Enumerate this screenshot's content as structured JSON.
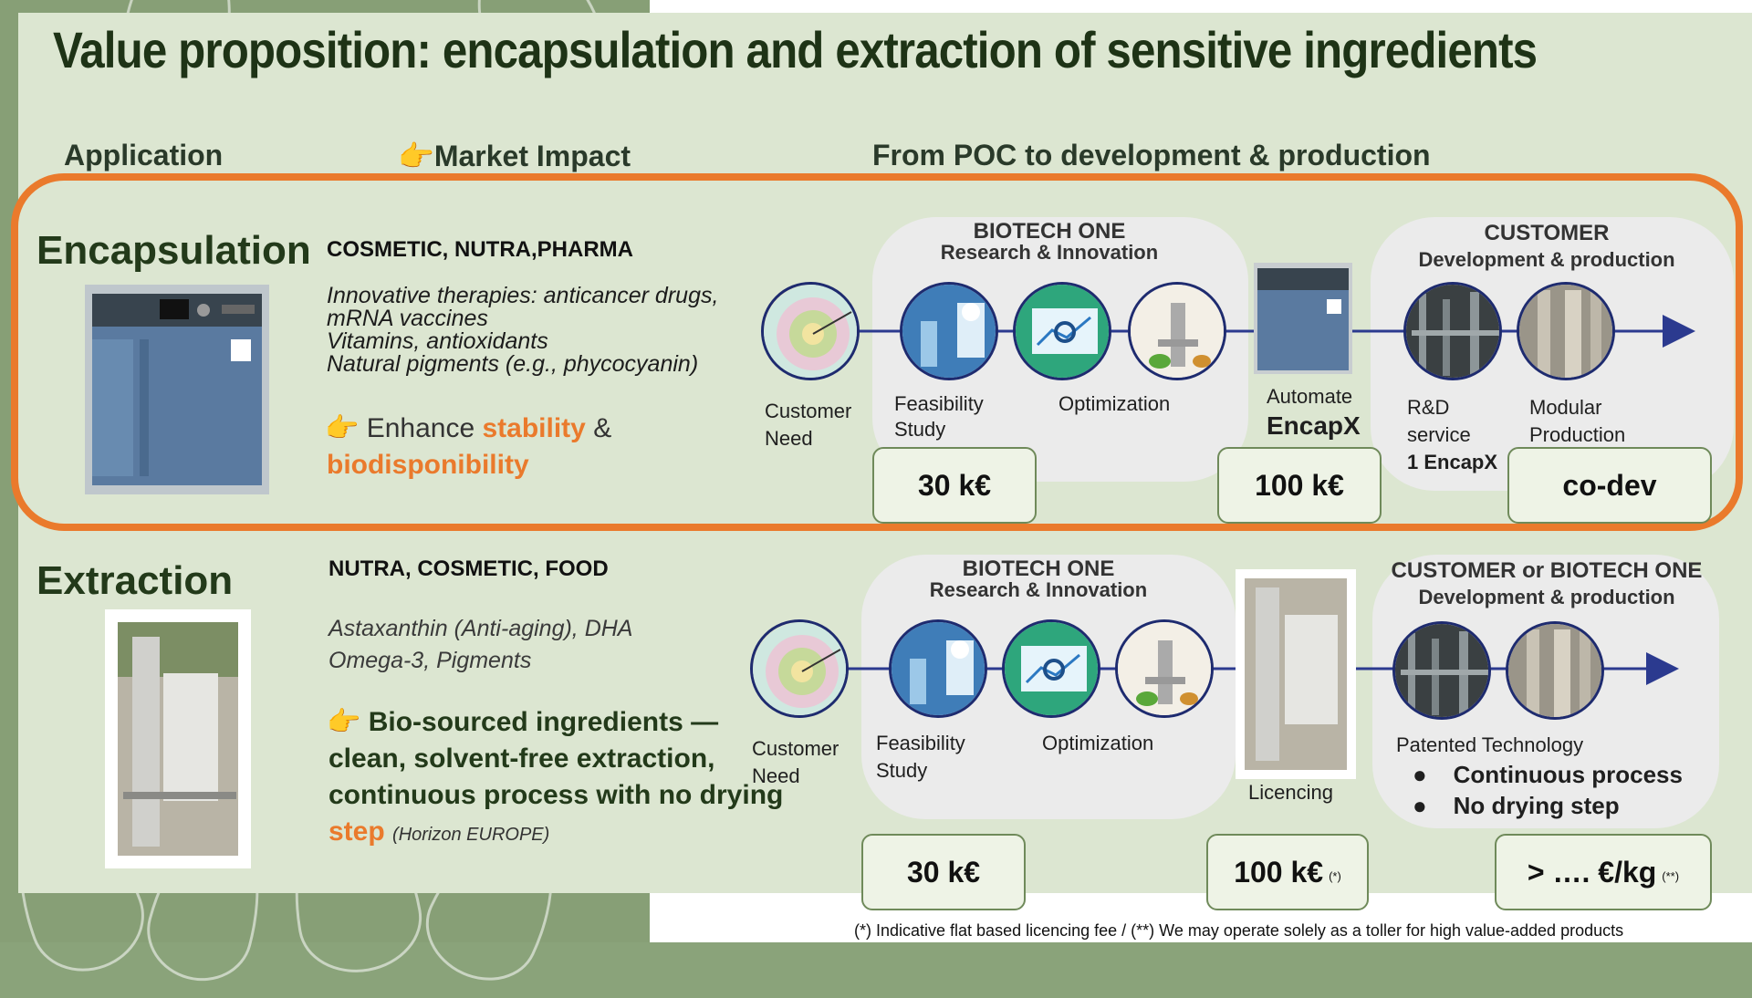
{
  "title": "Value proposition: encapsulation and extraction of sensitive ingredients",
  "headers": {
    "application": "Application",
    "market_icon": "👉",
    "market_impact": "Market Impact",
    "poc": "From POC to development & production"
  },
  "encapsulation": {
    "name": "Encapsulation",
    "markets": "COSMETIC, NUTRA,PHARMA",
    "uses": [
      "Innovative therapies: anticancer drugs,",
      "mRNA vaccines",
      "Vitamins, antioxidants",
      "Natural pigments (e.g., phycocyanin)"
    ],
    "enhance_pointer": "👉",
    "enhance_prefix": "Enhance",
    "enhance_stability": "stability",
    "enhance_and": "&",
    "enhance_bio": "biodisponibility",
    "biotech_title": "BIOTECH ONE",
    "biotech_subtitle": "Research & Innovation",
    "customer_title": "CUSTOMER",
    "customer_subtitle": "Development & production",
    "labels": {
      "customer_need_1": "Customer",
      "customer_need_2": "Need",
      "feasibility_1": "Feasibility",
      "feasibility_2": "Study",
      "optimization": "Optimization",
      "automate": "Automate",
      "encapx": "EncapX",
      "rd_1": "R&D",
      "rd_2": "service",
      "rd_3": "1 EncapX",
      "modular_1": "Modular",
      "modular_2": "Production"
    },
    "prices": {
      "feasibility": "30 k€",
      "automate": "100 k€",
      "customer": "co-dev"
    }
  },
  "extraction": {
    "name": "Extraction",
    "markets": "NUTRA, COSMETIC, FOOD",
    "uses": [
      "Astaxanthin (Anti-aging), DHA",
      "Omega-3, Pigments"
    ],
    "pointer": "👉",
    "bio_line1": "Bio-sourced ingredients —",
    "bio_line2": "clean, solvent-free extraction,",
    "bio_line3": "continuous process with no drying",
    "bio_line4": "step",
    "horizon": "(Horizon EUROPE)",
    "biotech_title": "BIOTECH ONE",
    "biotech_subtitle": "Research & Innovation",
    "customer_title": "CUSTOMER  or BIOTECH ONE",
    "customer_subtitle": "Development & production",
    "labels": {
      "customer_need_1": "Customer",
      "customer_need_2": "Need",
      "feasibility_1": "Feasibility",
      "feasibility_2": "Study",
      "optimization": "Optimization",
      "licencing": "Licencing",
      "patented": "Patented Technology",
      "bullet": "●",
      "bullet1": "Continuous process",
      "bullet2": "No drying step"
    },
    "prices": {
      "feasibility": "30 k€",
      "licencing": "100 k€",
      "licencing_note": "(*)",
      "customer": ">  …. €/kg",
      "customer_note": "(**)"
    }
  },
  "footnote": "(*) Indicative flat based licencing fee  / (**) We may operate solely as a toller for high value-added products",
  "colors": {
    "accent": "#ea7a2c",
    "panel": "#dce6d1",
    "title": "#1e3316",
    "arrow": "#2b3a8f"
  }
}
